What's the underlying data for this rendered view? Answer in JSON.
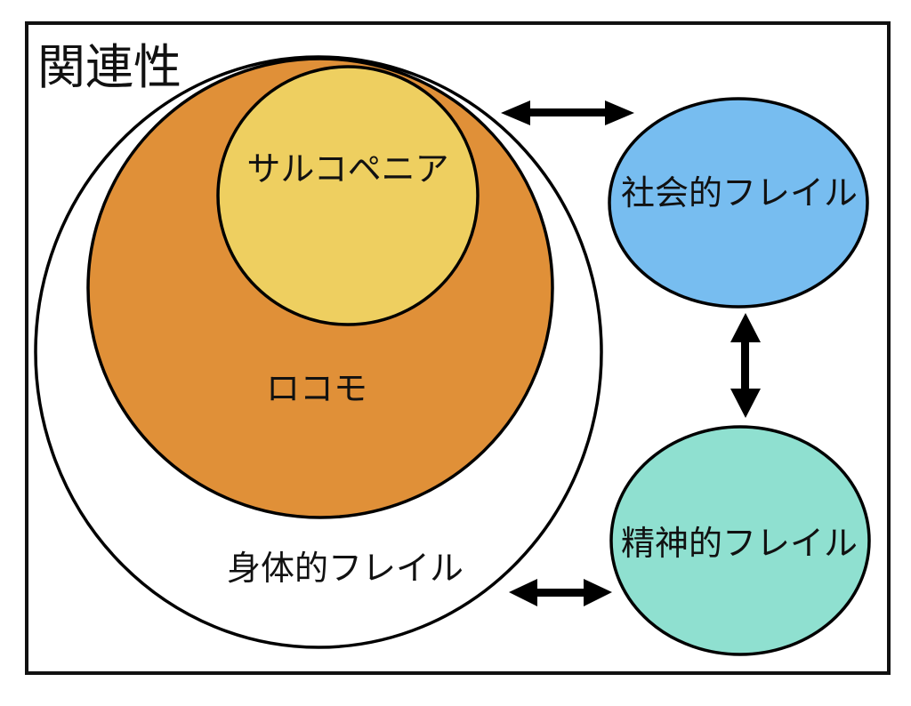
{
  "title": "関連性",
  "colors": {
    "frame": "#111111",
    "physical_frailty": "#ffffff",
    "locomo": "#e09038",
    "sarcopenia": "#eecf60",
    "social_frailty": "#77bdf0",
    "mental_frailty": "#8fe0d0",
    "arrow": "#000000"
  },
  "nodes": {
    "physical_frailty": {
      "label": "身体的フレイル"
    },
    "locomo": {
      "label": "ロコモ"
    },
    "sarcopenia": {
      "label": "サルコペニア"
    },
    "social_frailty": {
      "label": "社会的フレイル"
    },
    "mental_frailty": {
      "label": "精神的フレイル"
    }
  },
  "relations": [
    {
      "from": "physical_frailty",
      "to": "social_frailty",
      "type": "bidirectional"
    },
    {
      "from": "social_frailty",
      "to": "mental_frailty",
      "type": "bidirectional"
    },
    {
      "from": "physical_frailty",
      "to": "mental_frailty",
      "type": "bidirectional"
    }
  ],
  "nesting": {
    "physical_frailty": [
      "locomo"
    ],
    "locomo": [
      "sarcopenia"
    ]
  }
}
